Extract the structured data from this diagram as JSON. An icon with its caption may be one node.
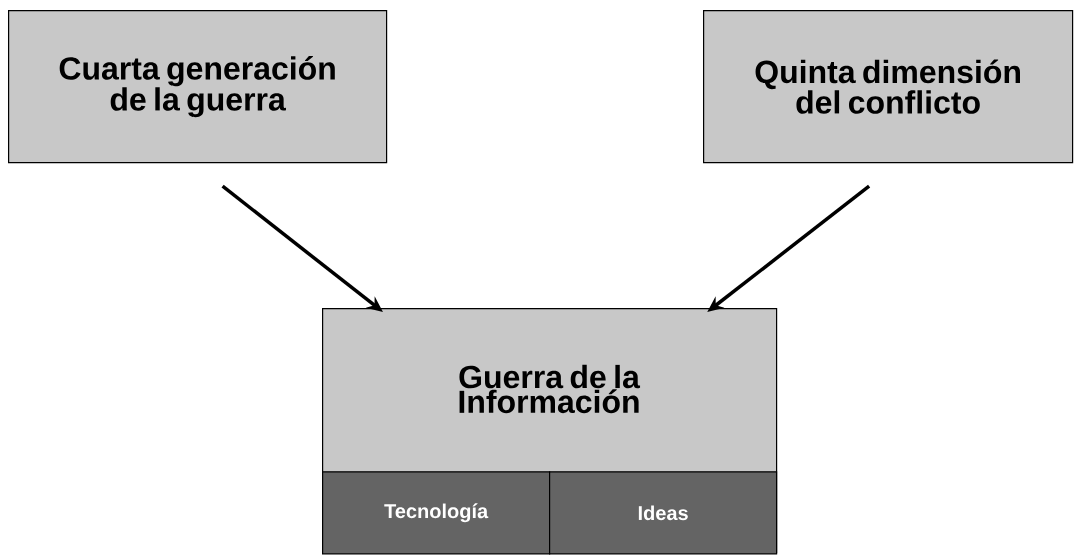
{
  "diagram": {
    "nodes": [
      {
        "text": [
          "Cuarta generación de la guerra"
        ]
      },
      {
        "text": [
          "Quinta dimensión del conflicto"
        ]
      },
      {
        "text": [
          "Guerra de la Información"
        ]
      },
      {
        "text": [
          "Tecnología"
        ],
        "in": 2
      },
      {
        "text": [
          "Ideas"
        ],
        "in": 2
      }
    ],
    "edges": [
      {
        "from": 0,
        "to": 2,
        "arrow": "to"
      },
      {
        "from": 1,
        "to": 2,
        "arrow": "to"
      }
    ]
  }
}
